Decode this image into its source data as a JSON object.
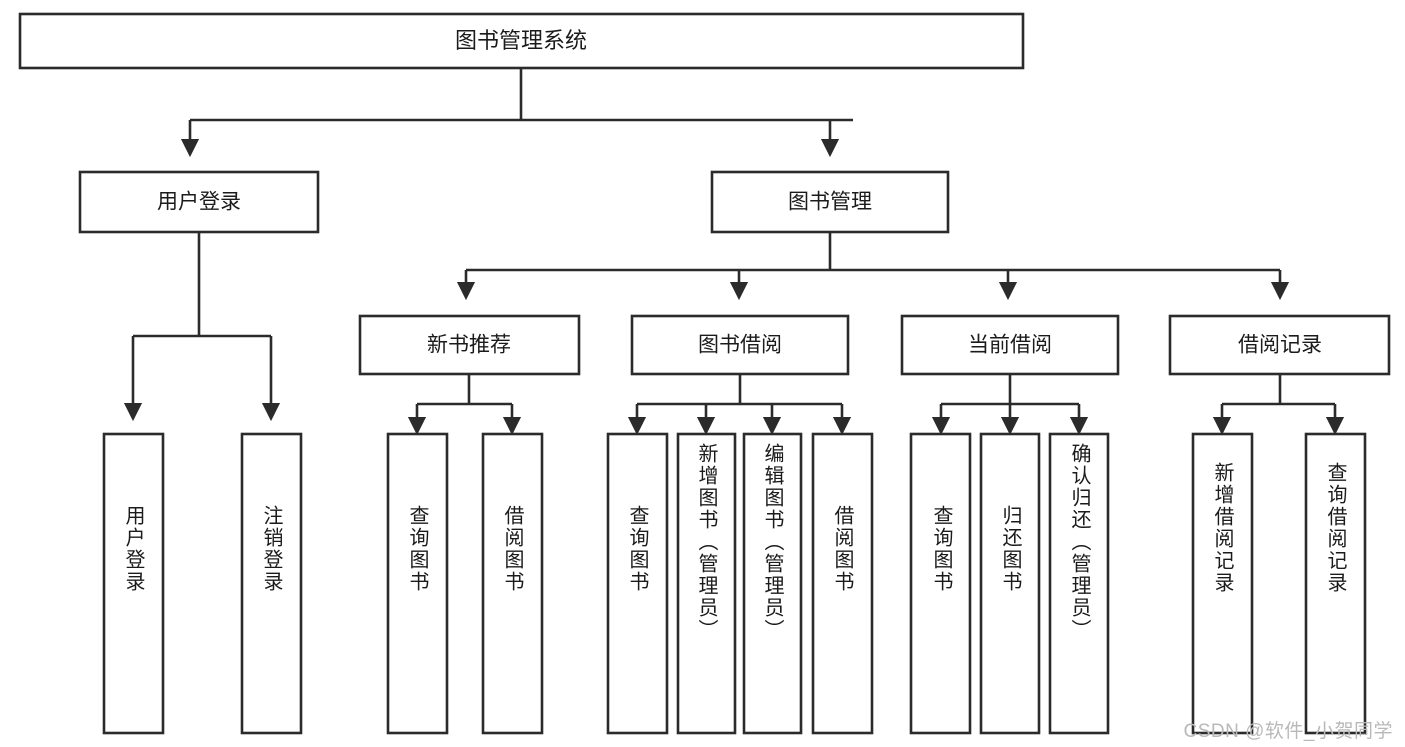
{
  "diagram": {
    "type": "hierarchy-tree",
    "title_node": {
      "label": "图书管理系统"
    },
    "level2": [
      {
        "id": "user-login",
        "label": "用户登录"
      },
      {
        "id": "book-management",
        "label": "图书管理"
      }
    ],
    "level3": [
      {
        "id": "new-book-recommend",
        "label": "新书推荐",
        "parent": "book-management"
      },
      {
        "id": "book-borrow",
        "label": "图书借阅",
        "parent": "book-management"
      },
      {
        "id": "current-borrow",
        "label": "当前借阅",
        "parent": "book-management"
      },
      {
        "id": "borrow-record",
        "label": "借阅记录",
        "parent": "book-management"
      }
    ],
    "leaves": {
      "user_login": [
        {
          "label": "用户登录"
        },
        {
          "label": "注销登录"
        }
      ],
      "new_book_recommend": [
        {
          "label": "查询图书"
        },
        {
          "label": "借阅图书"
        }
      ],
      "book_borrow": [
        {
          "label": "查询图书"
        },
        {
          "label": "新增图书（管理员）"
        },
        {
          "label": "编辑图书（管理员）"
        },
        {
          "label": "借阅图书"
        }
      ],
      "current_borrow": [
        {
          "label": "查询图书"
        },
        {
          "label": "归还图书"
        },
        {
          "label": "确认归还（管理员）"
        }
      ],
      "borrow_record": [
        {
          "label": "新增借阅记录"
        },
        {
          "label": "查询借阅记录"
        }
      ]
    },
    "watermark": "CSDN @软件_小贺同学",
    "colors": {
      "stroke": "#2b2b2b",
      "fill": "#ffffff",
      "text": "#1b1b1b",
      "watermark": "#b9b9b9",
      "background": "#ffffff"
    }
  }
}
